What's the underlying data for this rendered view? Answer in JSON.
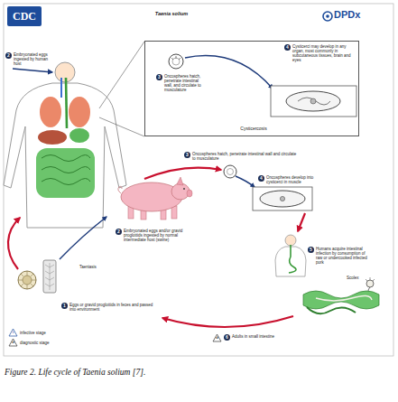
{
  "diagram": {
    "title": "Taenia solium",
    "caption": "Figure 2. Life cycle of Taenia solium [7].",
    "nodes": [
      {
        "text": [
          "2",
          "Embryonated eggs ingested by human host"
        ]
      },
      {
        "text": [
          "Cysticercosis"
        ]
      },
      {
        "text": [
          "3",
          "Oncospheres hatch, penetrate intestinal wall, and circulate to musculature"
        ],
        "in": 1
      },
      {
        "text": [
          "4",
          "Cysticerci may develop in any organ, most commonly in subcutaneous tissues, brain and eyes"
        ],
        "in": 1
      },
      {
        "text": [
          "3",
          "Oncospheres hatch, penetrate intestinal wall and circulate to musculature"
        ]
      },
      {
        "text": [
          "4",
          "Oncospheres develop into cysticerci in muscle"
        ]
      },
      {
        "text": [
          "2",
          "Embryonated eggs and/or gravid proglottids ingested by normal intermediate host (swine)"
        ]
      },
      {
        "text": [
          "5",
          "Humans acquire intestinal infection by consumption of raw or undercooked infected pork"
        ]
      },
      {
        "text": [
          "1",
          "Eggs or gravid proglottids in feces and passed into environment"
        ]
      },
      {
        "text": [
          "6",
          "Adults in small intestine"
        ]
      }
    ],
    "labels": [
      "CDC",
      "DPDx",
      "Taeniasis",
      "Scolex",
      "d",
      "i",
      "d"
    ],
    "legend": [
      {
        "text": "infective stage"
      },
      {
        "text": "diagnostic stage"
      }
    ]
  }
}
